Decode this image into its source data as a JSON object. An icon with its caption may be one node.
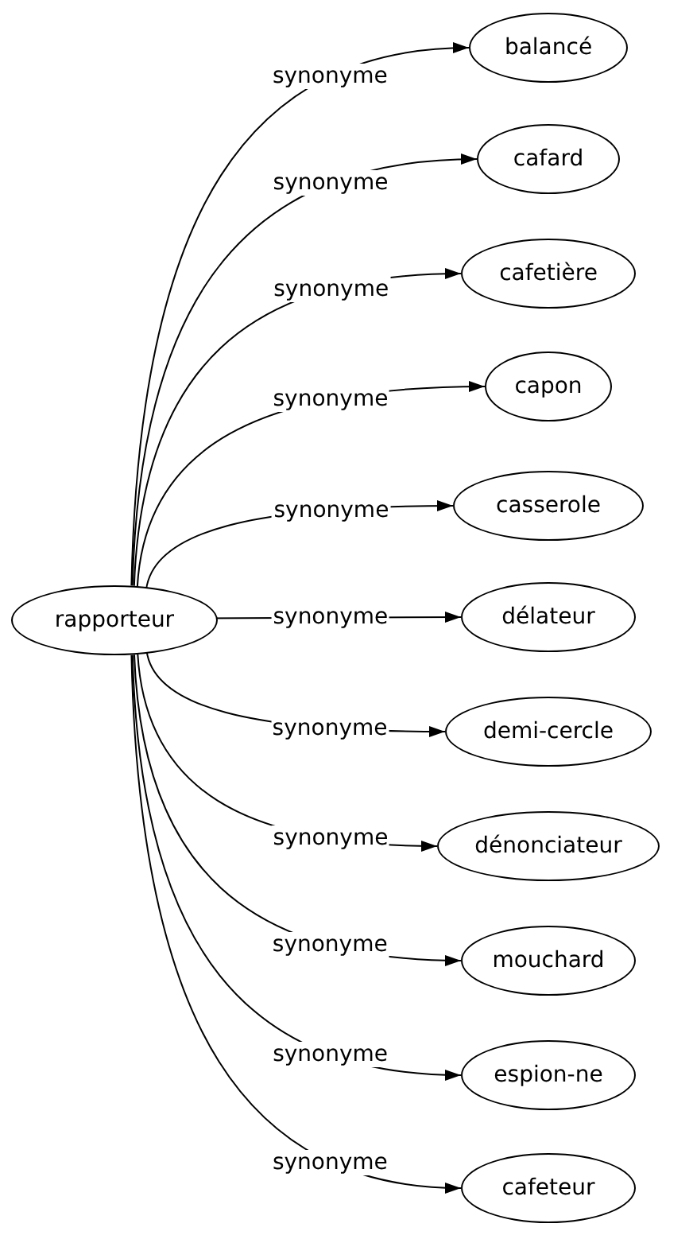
{
  "diagram": {
    "nodes": [
      {
        "text": [
          "rapporteur"
        ]
      },
      {
        "text": [
          "balancé"
        ]
      },
      {
        "text": [
          "cafard"
        ]
      },
      {
        "text": [
          "cafetière"
        ]
      },
      {
        "text": [
          "capon"
        ]
      },
      {
        "text": [
          "casserole"
        ]
      },
      {
        "text": [
          "délateur"
        ]
      },
      {
        "text": [
          "demi-cercle"
        ]
      },
      {
        "text": [
          "dénonciateur"
        ]
      },
      {
        "text": [
          "mouchard"
        ]
      },
      {
        "text": [
          "espion-ne"
        ]
      },
      {
        "text": [
          "cafeteur"
        ]
      }
    ],
    "edges": [
      {
        "from": 0,
        "to": 1,
        "arrow": "to",
        "label": "synonyme"
      },
      {
        "from": 0,
        "to": 2,
        "arrow": "to",
        "label": "synonyme"
      },
      {
        "from": 0,
        "to": 3,
        "arrow": "to",
        "label": "synonyme"
      },
      {
        "from": 0,
        "to": 4,
        "arrow": "to",
        "label": "synonyme"
      },
      {
        "from": 0,
        "to": 5,
        "arrow": "to",
        "label": "synonyme"
      },
      {
        "from": 0,
        "to": 6,
        "arrow": "to",
        "label": "synonyme"
      },
      {
        "from": 0,
        "to": 7,
        "arrow": "to",
        "label": "synonyme"
      },
      {
        "from": 0,
        "to": 8,
        "arrow": "to",
        "label": "synonyme"
      },
      {
        "from": 0,
        "to": 9,
        "arrow": "to",
        "label": "synonyme"
      },
      {
        "from": 0,
        "to": 10,
        "arrow": "to",
        "label": "synonyme"
      },
      {
        "from": 0,
        "to": 11,
        "arrow": "to",
        "label": "synonyme"
      }
    ]
  }
}
